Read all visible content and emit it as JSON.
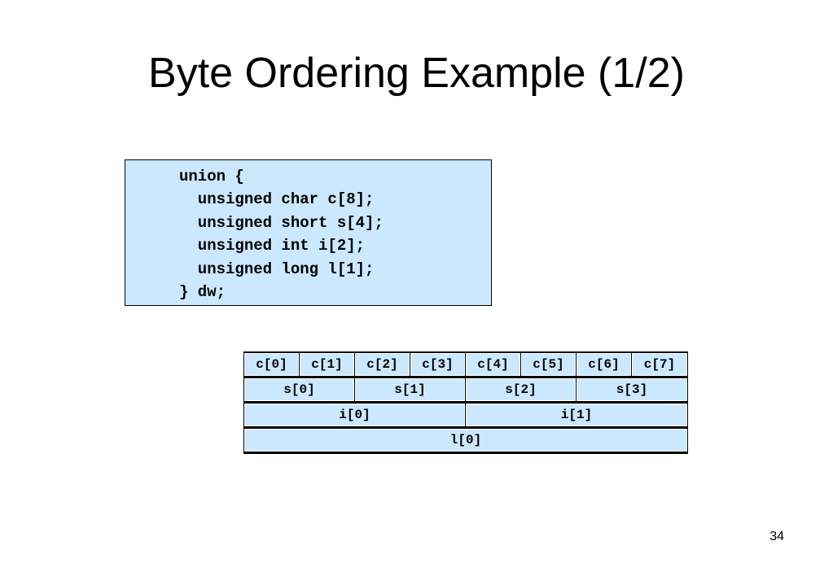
{
  "slide": {
    "title": "Byte Ordering Example (1/2)",
    "page_number": "34"
  },
  "code": {
    "lines": [
      "union {",
      "  unsigned char c[8];",
      "  unsigned short s[4];",
      "  unsigned int i[2];",
      "  unsigned long l[1];",
      "} dw;"
    ]
  },
  "memory_layout": {
    "rows": [
      [
        "c[0]",
        "c[1]",
        "c[2]",
        "c[3]",
        "c[4]",
        "c[5]",
        "c[6]",
        "c[7]"
      ],
      [
        "s[0]",
        "s[1]",
        "s[2]",
        "s[3]"
      ],
      [
        "i[0]",
        "i[1]"
      ],
      [
        "l[0]"
      ]
    ]
  },
  "colors": {
    "box_fill": "#cce8ff",
    "border": "#000000",
    "background": "#ffffff"
  }
}
